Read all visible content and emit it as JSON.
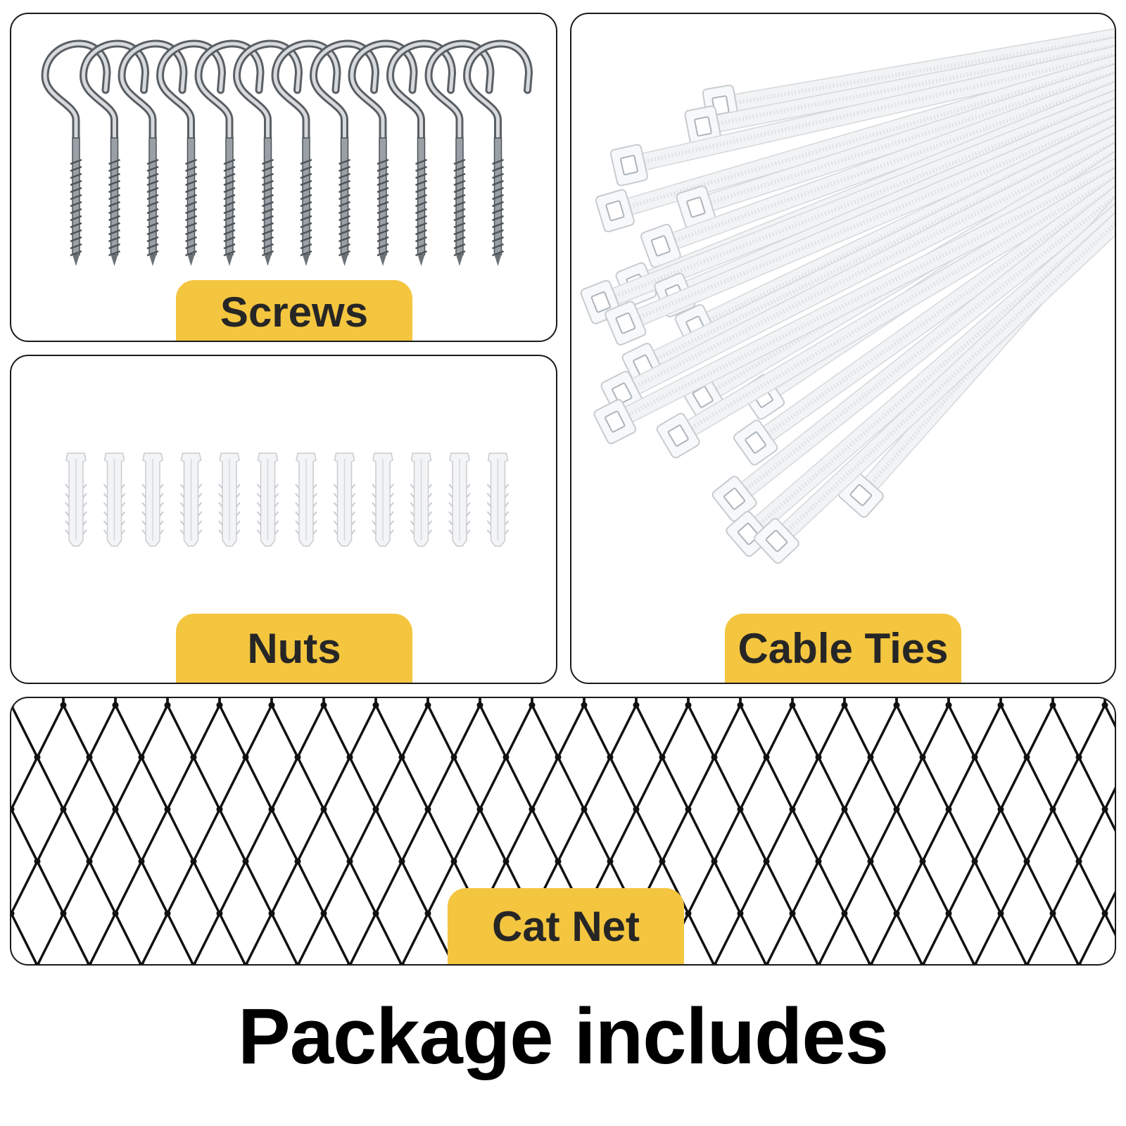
{
  "panels": {
    "screws": {
      "label": "Screws",
      "item_count": 12,
      "icon": "screw-hook-icon"
    },
    "nuts": {
      "label": "Nuts",
      "item_count": 12,
      "icon": "wall-anchor-icon"
    },
    "cable_ties": {
      "label": "Cable Ties",
      "icon": "cable-tie-icon"
    },
    "cat_net": {
      "label": "Cat Net",
      "icon": "net-mesh-icon"
    }
  },
  "footer": {
    "title": "Package includes"
  },
  "colors": {
    "label_background": "#f4c53f",
    "label_text": "#262626",
    "panel_border": "#1a1a1a",
    "metal": "#9aa0a6",
    "net": "#111111"
  }
}
